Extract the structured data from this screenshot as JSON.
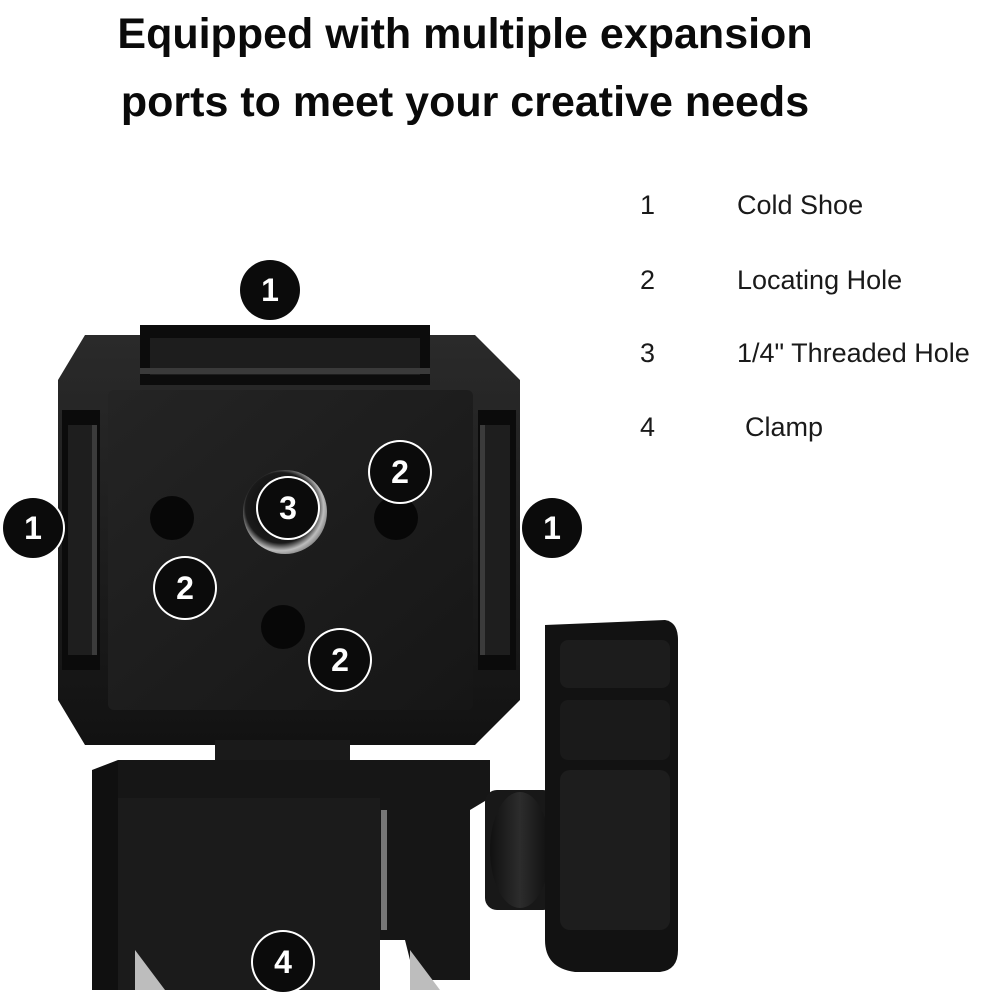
{
  "headline": {
    "line1": "Equipped with multiple expansion",
    "line2": "ports to meet your creative needs"
  },
  "legend": [
    {
      "number": "1",
      "label": "Cold Shoe"
    },
    {
      "number": "2",
      "label": "Locating Hole"
    },
    {
      "number": "3",
      "label": "1/4\" Threaded Hole"
    },
    {
      "number": "4",
      "label": "Clamp"
    }
  ],
  "callouts": {
    "top_cold_shoe": "1",
    "left_cold_shoe": "1",
    "right_cold_shoe": "1",
    "hole_upper_right": "2",
    "hole_left": "2",
    "hole_bottom": "2",
    "threaded_hole": "3",
    "clamp": "4"
  },
  "colors": {
    "background": "#ffffff",
    "badge": "#0b0b0b",
    "badge_text": "#ffffff",
    "device": "#151515"
  }
}
